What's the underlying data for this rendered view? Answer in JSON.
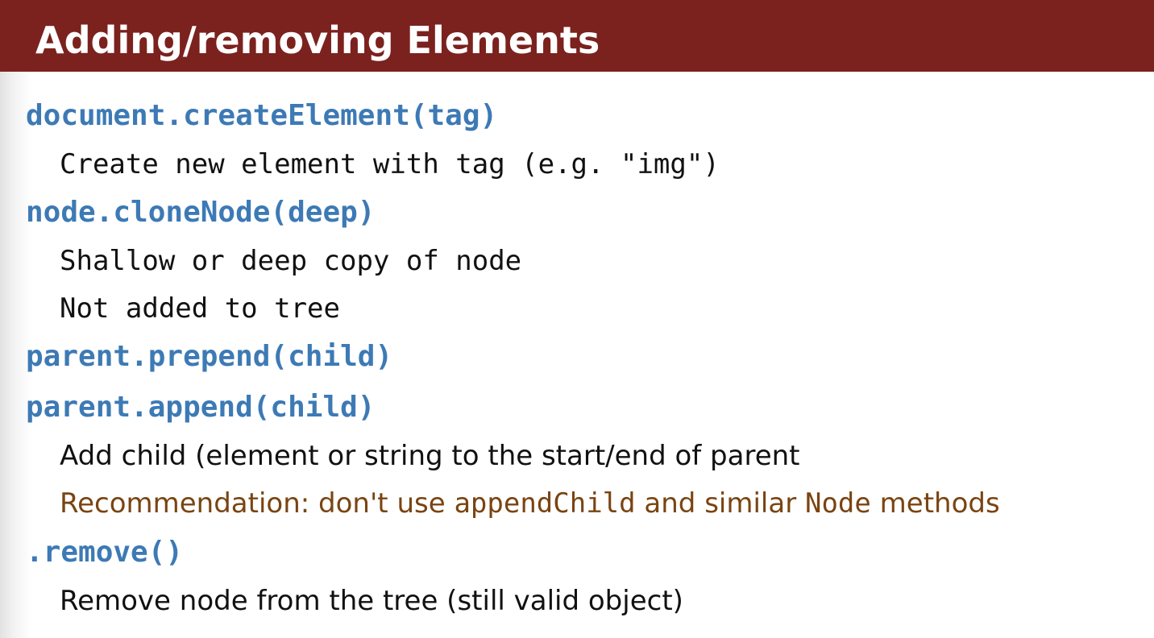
{
  "slide": {
    "title": "Adding/removing Elements"
  },
  "items": {
    "create_element": {
      "code": "document.createElement(tag)",
      "desc": "Create new element with tag (e.g. \"img\")"
    },
    "clone_node": {
      "code": "node.cloneNode(deep)",
      "desc_1": "Shallow or deep copy of node",
      "desc_2": "Not added to tree"
    },
    "prepend": {
      "code": "parent.prepend(child)"
    },
    "append": {
      "code": "parent.append(child)",
      "desc": "Add child (element or string to the start/end of parent",
      "recommendation": {
        "prefix": "Recommendation: don't use ",
        "code_1": "appendChild",
        "middle": " and similar ",
        "code_2": "Node",
        "suffix": " methods"
      }
    },
    "remove": {
      "code": ".remove()",
      "desc": "Remove node from the tree (still valid object)"
    }
  }
}
